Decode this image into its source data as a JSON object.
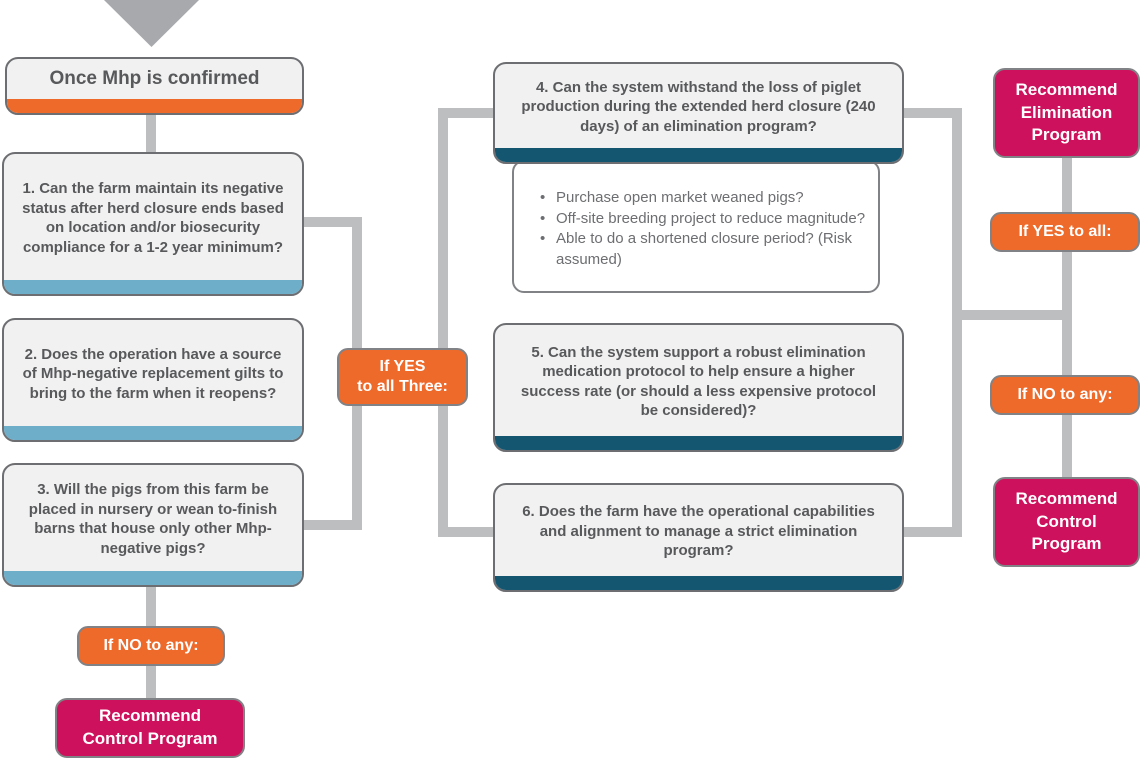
{
  "diagram": {
    "title": "Once Mhp is confirmed",
    "left": {
      "questions": [
        "1. Can the farm maintain its negative status after herd closure ends based on location and/or biosecurity compliance for a 1-2 year minimum?",
        "2. Does the operation have a source of Mhp-negative replacement gilts to bring to the farm when it reopens?",
        "3. Will the pigs from this farm be placed in nursery or wean to-finish barns that house only other Mhp-negative pigs?"
      ],
      "yes_badge": "If YES\nto all Three:",
      "no_badge": "If NO to any:",
      "no_outcome": "Recommend\nControl Program"
    },
    "right": {
      "questions": [
        "4. Can the system withstand the loss of piglet production during the extended herd closure (240 days) of an elimination program?",
        "5. Can the system support a robust elimination medication protocol to help ensure a higher success rate (or should a less expensive protocol be considered)?",
        "6. Does the farm have the operational capabilities and alignment to manage a strict elimination program?"
      ],
      "q4_options": [
        "Purchase open market weaned pigs?",
        "Off-site breeding project to reduce magnitude?",
        "Able to do a shortened closure period? (Risk assumed)"
      ],
      "yes_badge": "If YES to all:",
      "yes_outcome": "Recommend\nElimination\nProgram",
      "no_badge": "If NO to any:",
      "no_outcome": "Recommend\nControl\nProgram"
    },
    "colors": {
      "orange_accent": "#EE6A2B",
      "magenta_outcome": "#CE115C",
      "teal_accent": "#14566F",
      "blue_accent": "#6FAEC9",
      "connector_gray": "#BCBEC0",
      "box_fill": "#F1F1F2",
      "box_border": "#6D6E71",
      "text_dark": "#58595B",
      "triangle_gray": "#A7A9AC"
    }
  }
}
